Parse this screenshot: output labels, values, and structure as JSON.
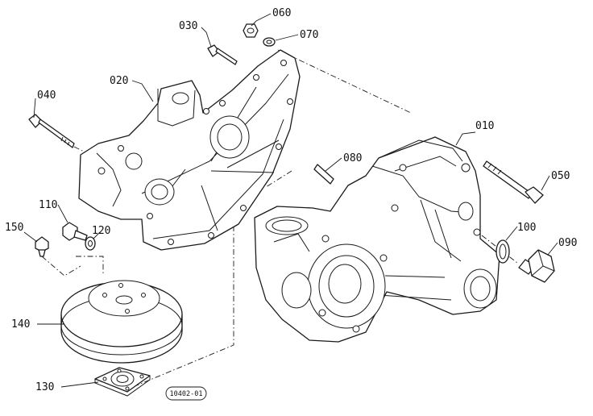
{
  "diagram": {
    "callouts": [
      {
        "id": "010",
        "label": "010"
      },
      {
        "id": "020",
        "label": "020"
      },
      {
        "id": "030",
        "label": "030"
      },
      {
        "id": "040",
        "label": "040"
      },
      {
        "id": "050",
        "label": "050"
      },
      {
        "id": "060",
        "label": "060"
      },
      {
        "id": "070",
        "label": "070"
      },
      {
        "id": "080",
        "label": "080"
      },
      {
        "id": "090",
        "label": "090"
      },
      {
        "id": "100",
        "label": "100"
      },
      {
        "id": "110",
        "label": "110"
      },
      {
        "id": "120",
        "label": "120"
      },
      {
        "id": "130",
        "label": "130"
      },
      {
        "id": "140",
        "label": "140"
      },
      {
        "id": "150",
        "label": "150"
      }
    ],
    "drawing_ref": "10402-01"
  }
}
